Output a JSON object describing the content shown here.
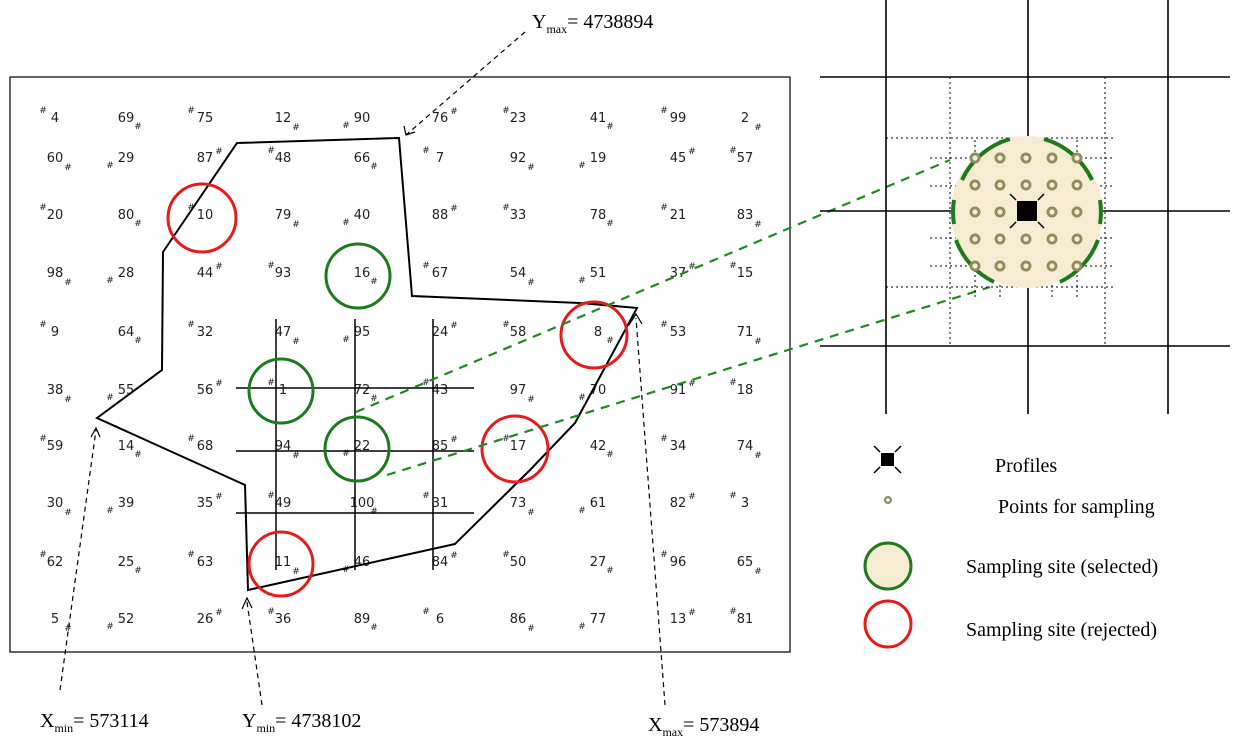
{
  "labels": {
    "ymax": {
      "main": "Y",
      "sub": "max",
      "value": "= 4738894"
    },
    "xmin": {
      "main": "X",
      "sub": "min",
      "value": "= 573114"
    },
    "ymin": {
      "main": "Y",
      "sub": "min",
      "value": "= 4738102"
    },
    "xmax": {
      "main": "X",
      "sub": "max",
      "value": "= 573894"
    }
  },
  "grid_numbers": [
    [
      "4",
      "69",
      "75",
      "12",
      "90",
      "76",
      "23",
      "41",
      "99",
      "2"
    ],
    [
      "60",
      "29",
      "87",
      "48",
      "66",
      "7",
      "92",
      "19",
      "45",
      "57"
    ],
    [
      "20",
      "80",
      "10",
      "79",
      "40",
      "88",
      "33",
      "78",
      "21",
      "83"
    ],
    [
      "98",
      "28",
      "44",
      "93",
      "16",
      "67",
      "54",
      "51",
      "37",
      "15"
    ],
    [
      "9",
      "64",
      "32",
      "47",
      "95",
      "24",
      "58",
      "8",
      "53",
      "71"
    ],
    [
      "38",
      "55",
      "56",
      "1",
      "72",
      "43",
      "97",
      "70",
      "91",
      "18"
    ],
    [
      "59",
      "14",
      "68",
      "94",
      "22",
      "85",
      "17",
      "42",
      "34",
      "74"
    ],
    [
      "30",
      "39",
      "35",
      "49",
      "100",
      "31",
      "73",
      "61",
      "82",
      "3"
    ],
    [
      "62",
      "25",
      "63",
      "11",
      "46",
      "84",
      "50",
      "27",
      "96",
      "65"
    ],
    [
      "5",
      "52",
      "26",
      "36",
      "89",
      "6",
      "86",
      "77",
      "13",
      "81"
    ]
  ],
  "hash_symbol": "#",
  "sites_selected": [
    "16",
    "1",
    "22"
  ],
  "sites_rejected": [
    "10",
    "8",
    "17",
    "11"
  ],
  "legend": {
    "profiles": "Profiles",
    "points": "Points for sampling",
    "selected": "Sampling site (selected)",
    "rejected": "Sampling site (rejected)"
  },
  "colors": {
    "selected": "#1e7a1e",
    "rejected": "#e51c1c",
    "site_fill": "#f6ecd2",
    "point": "#8f8c5e",
    "dashed_link": "#1e8a1e"
  }
}
